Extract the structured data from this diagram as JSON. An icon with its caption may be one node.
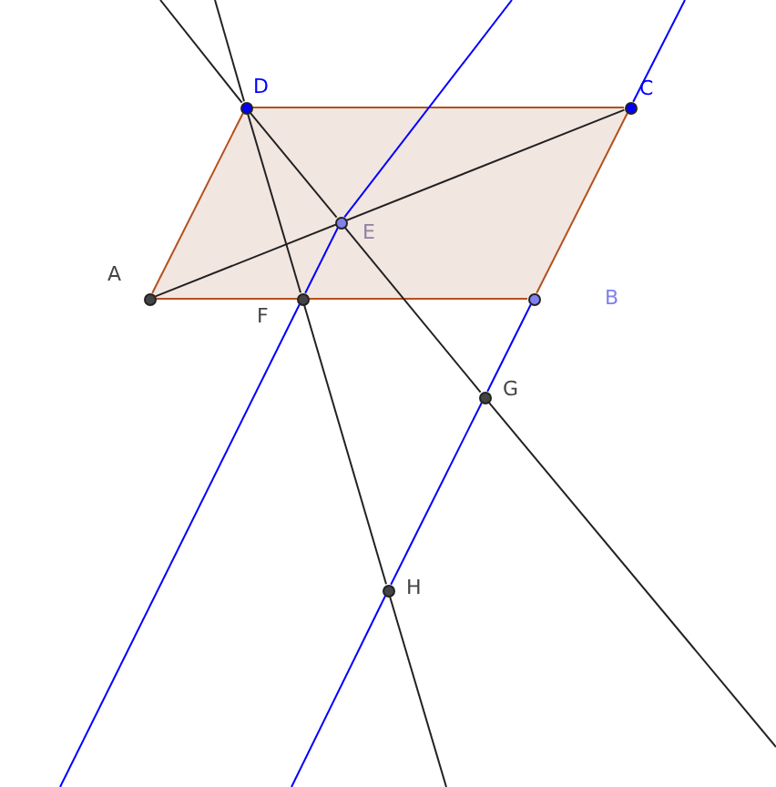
{
  "diagram": {
    "nodes": [
      {
        "text": [
          "A"
        ]
      },
      {
        "text": [
          "B"
        ]
      },
      {
        "text": [
          "C"
        ]
      },
      {
        "text": [
          "D"
        ]
      },
      {
        "text": [
          "E"
        ]
      },
      {
        "text": [
          "F"
        ]
      },
      {
        "text": [
          "G"
        ]
      },
      {
        "text": [
          "H"
        ]
      }
    ],
    "edges": [
      {
        "from": 0,
        "to": 1,
        "arrow": "none",
        "color": "#b5501c"
      },
      {
        "from": 1,
        "to": 2,
        "arrow": "none",
        "color": "#b5501c"
      },
      {
        "from": 2,
        "to": 3,
        "arrow": "none",
        "color": "#b5501c"
      },
      {
        "from": 3,
        "to": 0,
        "arrow": "none",
        "color": "#b5501c"
      },
      {
        "from": 0,
        "to": 2,
        "arrow": "none"
      },
      {
        "from": null,
        "to": 3,
        "arrow": "none"
      },
      {
        "from": 3,
        "to": 4,
        "arrow": "none"
      },
      {
        "from": 4,
        "to": 6,
        "arrow": "none"
      },
      {
        "from": 6,
        "to": null,
        "arrow": "none"
      },
      {
        "from": null,
        "to": 3,
        "arrow": "none"
      },
      {
        "from": 3,
        "to": 5,
        "arrow": "none"
      },
      {
        "from": 5,
        "to": 7,
        "arrow": "none"
      },
      {
        "from": 7,
        "to": null,
        "arrow": "none"
      },
      {
        "from": null,
        "to": 4,
        "arrow": "none",
        "color": "#0000ff"
      },
      {
        "from": 4,
        "to": 5,
        "arrow": "none",
        "color": "#0000ff"
      },
      {
        "from": 5,
        "to": null,
        "arrow": "none",
        "color": "#0000ff"
      },
      {
        "from": null,
        "to": 2,
        "arrow": "none",
        "color": "#0000ff"
      },
      {
        "from": 1,
        "to": 6,
        "arrow": "none",
        "color": "#0000ff"
      },
      {
        "from": 6,
        "to": 7,
        "arrow": "none",
        "color": "#0000ff"
      },
      {
        "from": 7,
        "to": null,
        "arrow": "none",
        "color": "#0000ff"
      }
    ]
  }
}
